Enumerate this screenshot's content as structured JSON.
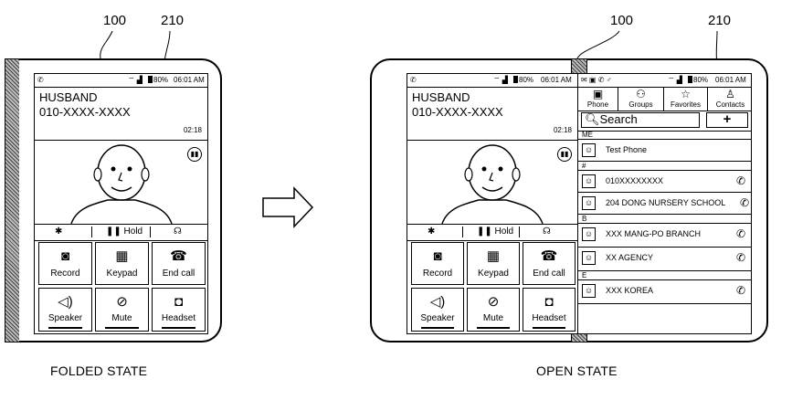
{
  "labels": {
    "ref_device": "100",
    "ref_screen": "210",
    "folded_caption": "FOLDED STATE",
    "open_caption": "OPEN STATE"
  },
  "status": {
    "left_icons": "✆",
    "signal": "⌔ ▟",
    "battery_pct": "80%",
    "time": "06:01 AM",
    "extra_icons": "✉ ▣ ✆ ♂"
  },
  "call": {
    "name": "HUSBAND",
    "number": "010-XXXX-XXXX",
    "duration": "02:18",
    "hold_label": "Hold",
    "buttons": [
      "Record",
      "Keypad",
      "End call",
      "Speaker",
      "Mute",
      "Headset"
    ]
  },
  "contacts": {
    "tabs": [
      "Phone",
      "Groups",
      "Favorites",
      "Contacts"
    ],
    "search_placeholder": "Search",
    "add_label": "+",
    "sections": [
      {
        "header": "ME",
        "items": [
          "Test Phone"
        ]
      },
      {
        "header": "#",
        "items": [
          "010XXXXXXXX",
          "204 DONG NURSERY SCHOOL"
        ]
      },
      {
        "header": "B",
        "items": [
          "XXX MANG-PO BRANCH",
          "XX AGENCY"
        ]
      },
      {
        "header": "E",
        "items": [
          "XXX KOREA"
        ]
      }
    ]
  }
}
